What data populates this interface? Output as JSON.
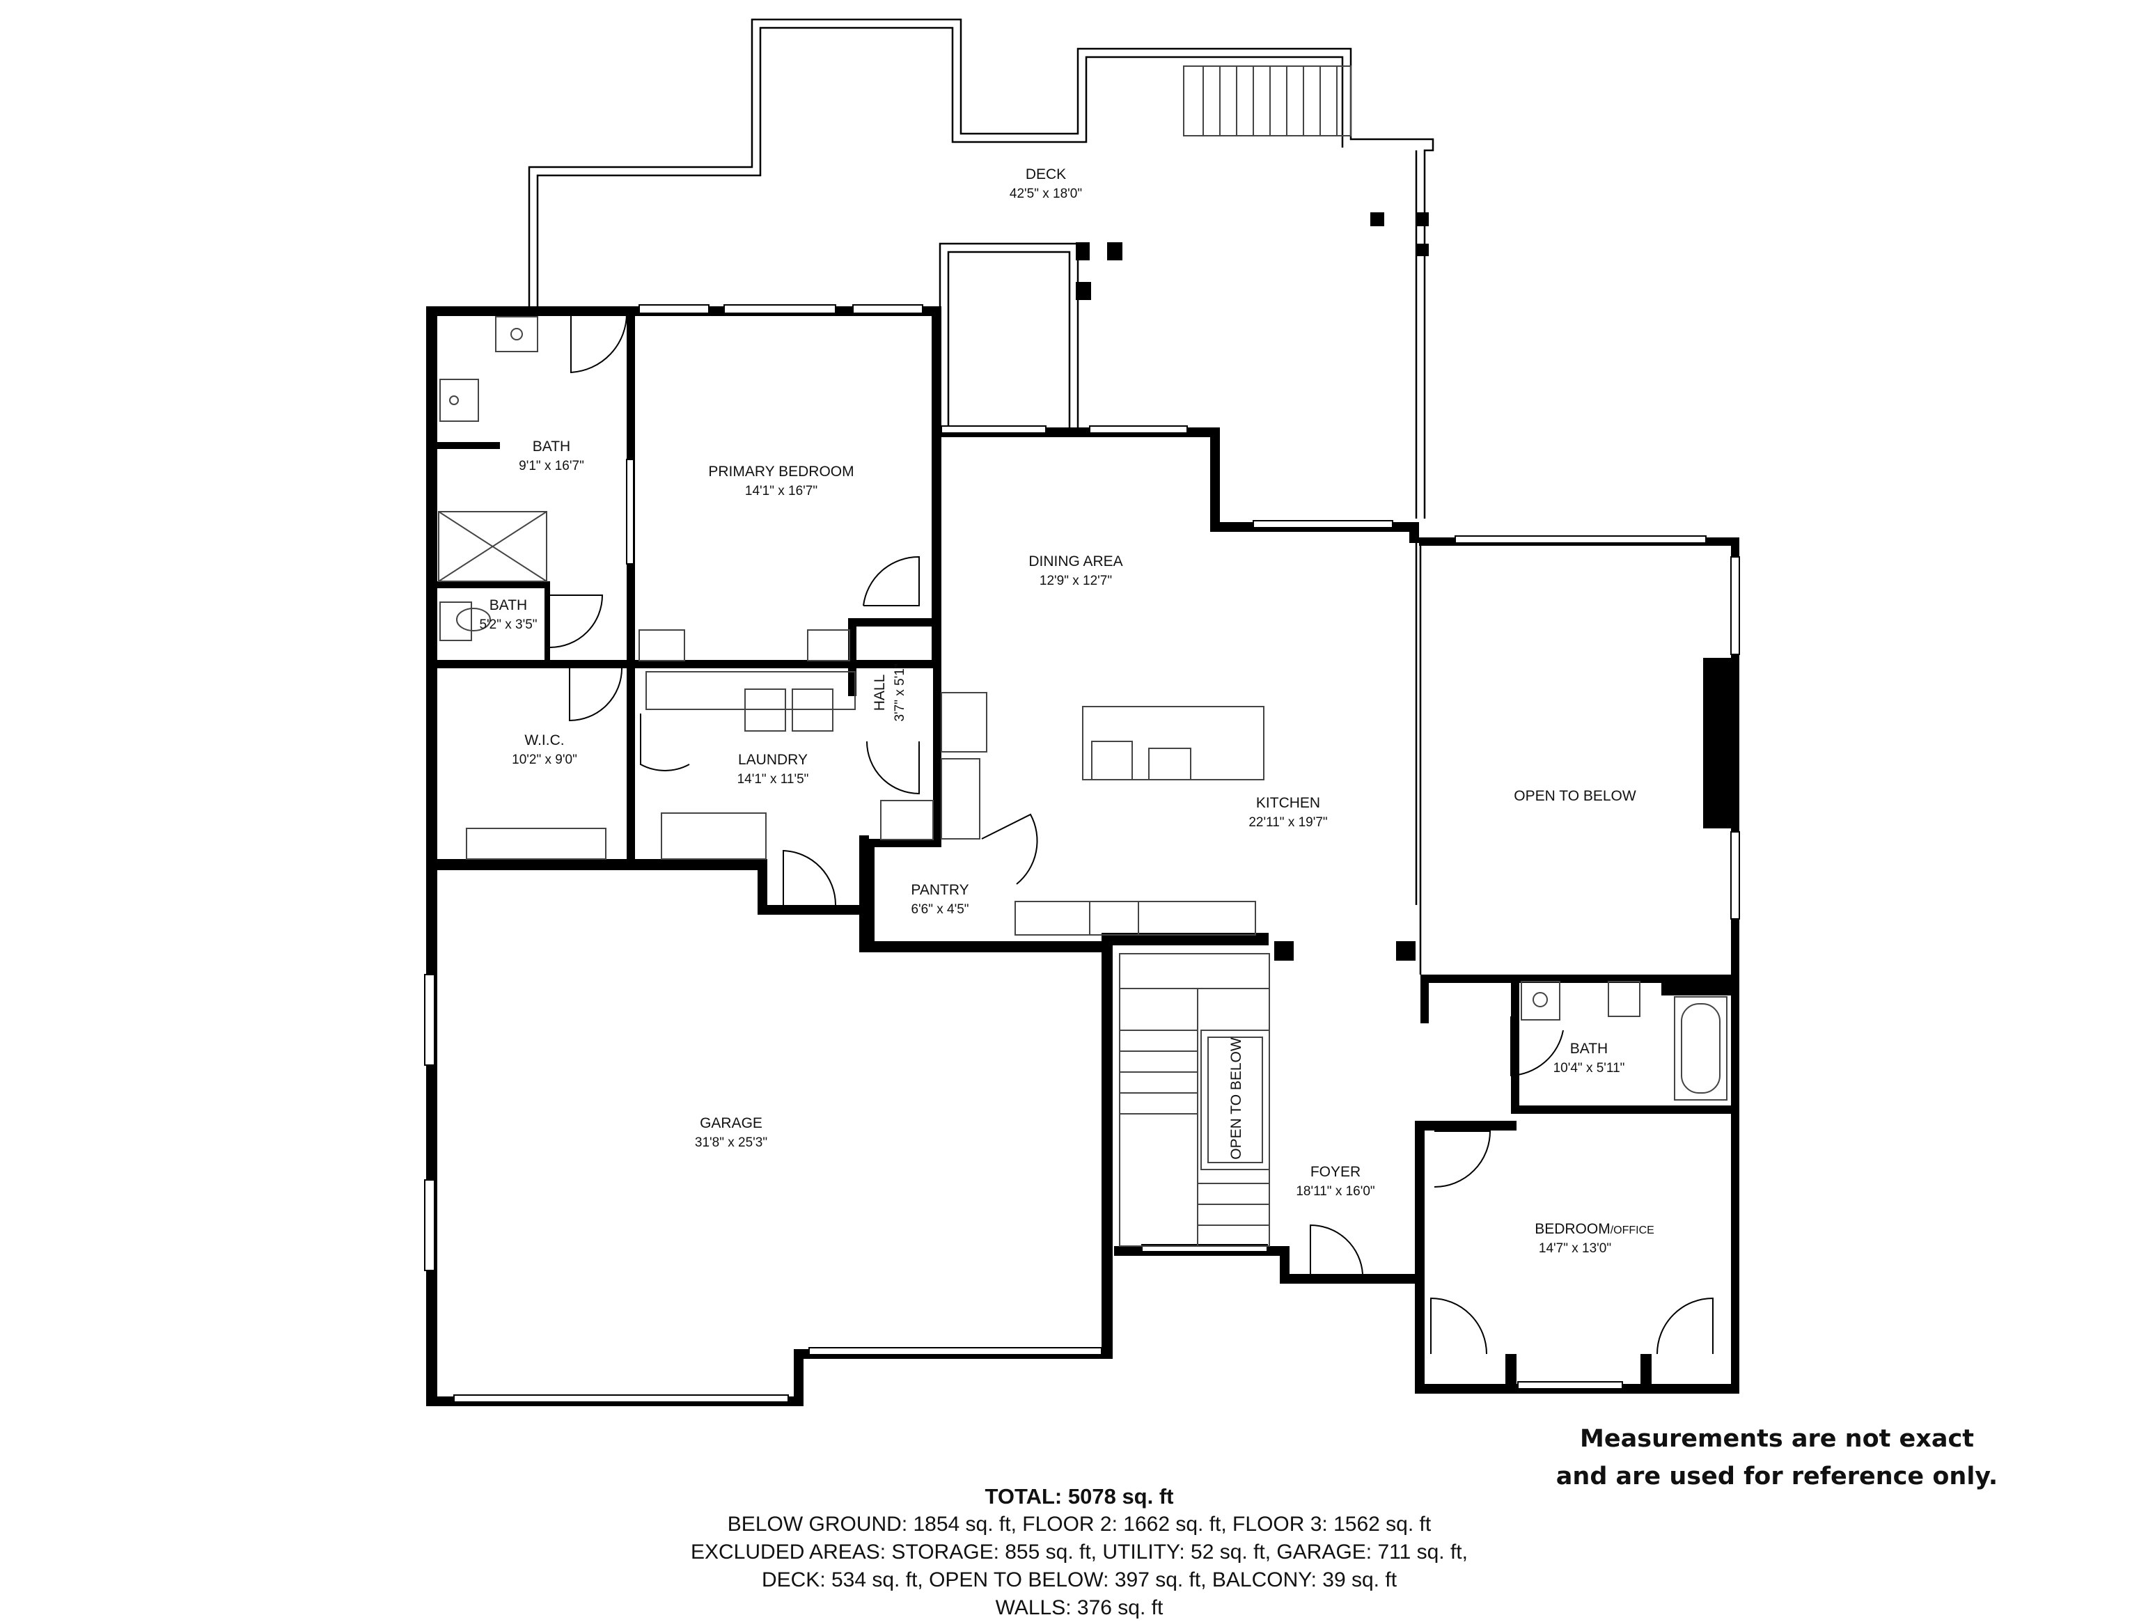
{
  "rooms": {
    "deck": {
      "name": "DECK",
      "dims": "42'5\" x 18'0\""
    },
    "bath_primary": {
      "name": "BATH",
      "dims": "9'1\" x 16'7\""
    },
    "primary_bedroom": {
      "name": "PRIMARY BEDROOM",
      "dims": "14'1\" x 16'7\""
    },
    "bath_small": {
      "name": "BATH",
      "dims": "5'2\" x 3'5\""
    },
    "dining_area": {
      "name": "DINING AREA",
      "dims": "12'9\" x 12'7\""
    },
    "hall": {
      "name": "HALL",
      "dims": "3'7\" x 5'1\""
    },
    "wic": {
      "name": "W.I.C.",
      "dims": "10'2\" x 9'0\""
    },
    "laundry": {
      "name": "LAUNDRY",
      "dims": "14'1\" x 11'5\""
    },
    "kitchen": {
      "name": "KITCHEN",
      "dims": "22'11\" x 19'7\""
    },
    "open_to_below_right": {
      "name": "OPEN TO BELOW"
    },
    "pantry": {
      "name": "PANTRY",
      "dims": "6'6\" x 4'5\""
    },
    "garage": {
      "name": "GARAGE",
      "dims": "31'8\" x 25'3\""
    },
    "open_to_below_stair": {
      "name": "OPEN TO BELOW"
    },
    "bath_guest": {
      "name": "BATH",
      "dims": "10'4\" x 5'11\""
    },
    "foyer": {
      "name": "FOYER",
      "dims": "18'11\" x 16'0\""
    },
    "bedroom_office": {
      "name": "BEDROOM",
      "suffix": "/OFFICE",
      "dims": "14'7\" x 13'0\""
    }
  },
  "disclaimer": {
    "line1": "Measurements are not exact",
    "line2": "and are used for reference only."
  },
  "totals": {
    "total": "TOTAL: 5078 sq. ft",
    "line1": "BELOW GROUND: 1854 sq. ft, FLOOR 2: 1662 sq. ft, FLOOR 3: 1562 sq. ft",
    "line2": "EXCLUDED AREAS: STORAGE: 855 sq. ft, UTILITY: 52 sq. ft, GARAGE: 711 sq. ft,",
    "line3": "DECK: 534 sq. ft, OPEN TO BELOW: 397 sq. ft, BALCONY: 39 sq. ft",
    "line4": "WALLS: 376 sq. ft"
  }
}
